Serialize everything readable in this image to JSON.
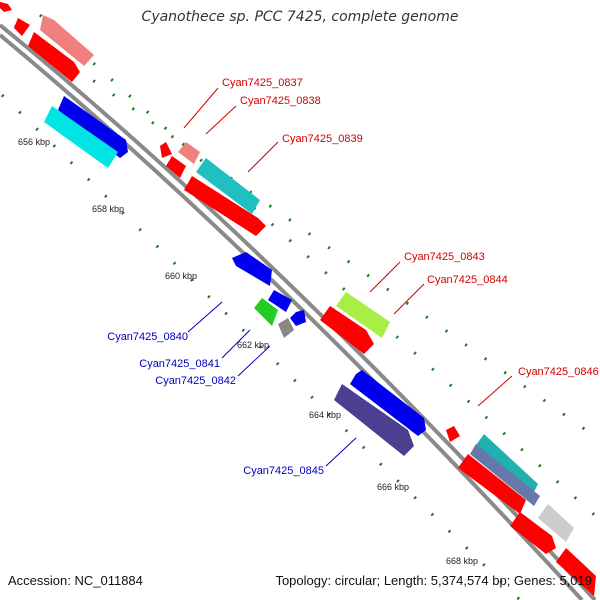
{
  "title": "Cyanothece sp. PCC 7425, complete genome",
  "footer": {
    "accession": "Accession: NC_011884",
    "summary": "Topology: circular; Length: 5,374,574 bp; Genes: 5,019"
  },
  "colors": {
    "backbone": "#8a8a8a",
    "tick_mark": "#1a7a1a",
    "label_red": "#d40000",
    "label_blue": "#0000c0"
  },
  "ticks": [
    "656 kbp",
    "658 kbp",
    "660 kbp",
    "662 kbp",
    "664 kbp",
    "666 kbp",
    "668 kbp"
  ],
  "gene_labels": {
    "top": [
      "Cyan7425_0837",
      "Cyan7425_0838",
      "Cyan7425_0839",
      "Cyan7425_0843",
      "Cyan7425_0844",
      "Cyan7425_0846"
    ],
    "bottom": [
      "Cyan7425_0840",
      "Cyan7425_0841",
      "Cyan7425_0842",
      "Cyan7425_0845"
    ]
  }
}
